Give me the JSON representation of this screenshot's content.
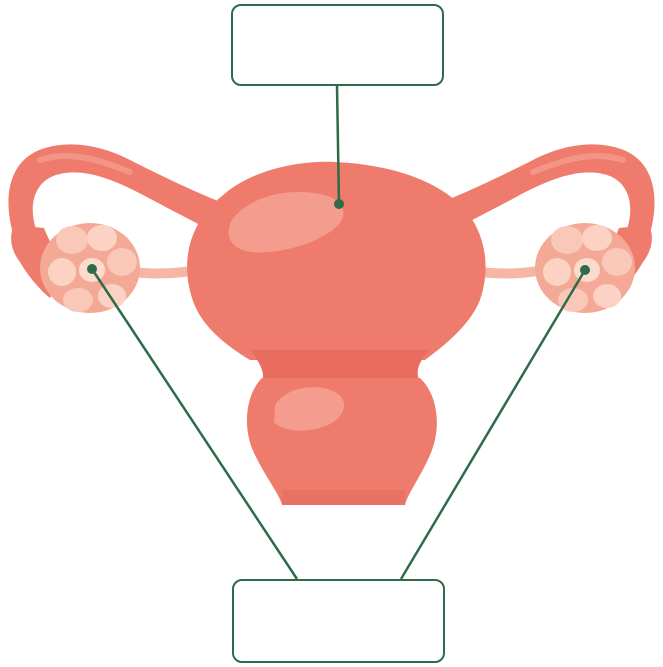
{
  "diagram": {
    "subject": "uterus-and-ovaries",
    "line_color": "#2e6b4a",
    "organ_color": "#ee7b6c",
    "organ_highlight": "#f49d8f",
    "ovary_color": "#f7b9a4",
    "labels": {
      "top_box": "",
      "bottom_box": ""
    },
    "icons": {
      "organ": "uterus-illustration",
      "left_ovary": "ovary-illustration",
      "right_ovary": "ovary-illustration"
    }
  }
}
